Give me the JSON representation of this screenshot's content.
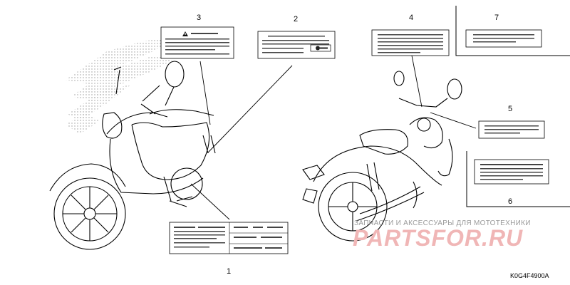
{
  "callouts": [
    "1",
    "2",
    "3",
    "4",
    "5",
    "6",
    "7"
  ],
  "watermark": {
    "caption": "ЗАПЧАСТИ И АКСЕССУАРЫ ДЛЯ МОТОТЕХНИКИ",
    "brand": "PARTSFOR.RU"
  },
  "diagram_code": "K0G4F4900A",
  "icons": {
    "warning": "warning-triangle-icon",
    "key": "key-icon"
  }
}
